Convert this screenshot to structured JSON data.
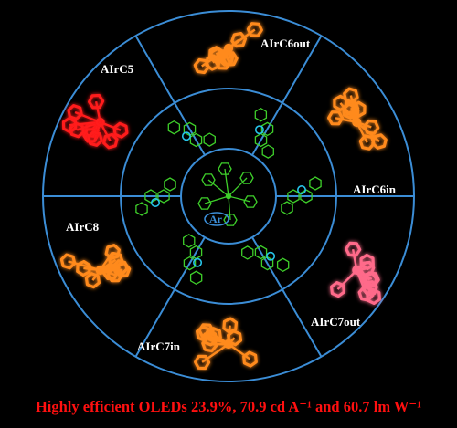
{
  "segments": [
    {
      "label": "AIrC6out",
      "color": "#ff8a1e",
      "glow": "#ff9a30"
    },
    {
      "label": "AIrC6in",
      "color": "#ff8a1e",
      "glow": "#ff9a30"
    },
    {
      "label": "AIrC7out",
      "color": "#ff6b8a",
      "glow": "#ff8fa8"
    },
    {
      "label": "AIrC7in",
      "color": "#ff8a1e",
      "glow": "#ff9a30"
    },
    {
      "label": "AIrC8",
      "color": "#ff8a1e",
      "glow": "#ff9a30"
    },
    {
      "label": "AIrC5",
      "color": "#ff1a1a",
      "glow": "#ff3030"
    }
  ],
  "center": {
    "group_label": "Ar",
    "color": "#3ecf2a"
  },
  "ring_color": "#3b8dd6",
  "ligand_color": "#3ecf2a",
  "marker_color": "#27c4e8",
  "tagline": "Highly efficient OLEDs 23.9%, 70.9 cd A⁻¹ and 60.7 lm W⁻¹"
}
